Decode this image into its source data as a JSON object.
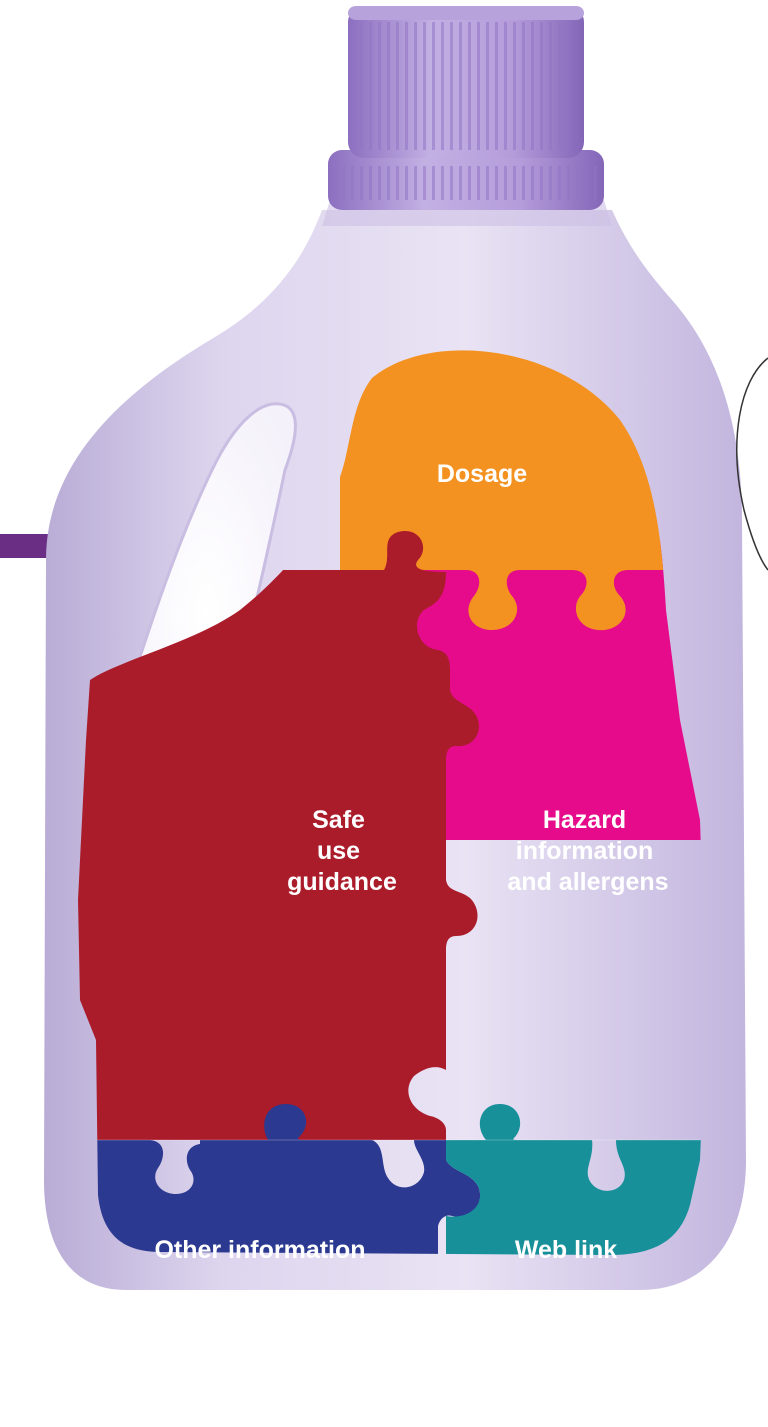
{
  "bottle": {
    "body_color": "#d6cde8",
    "cap_color": "#a98fd0"
  },
  "arrow": {
    "color": "#6a2f85"
  },
  "label_sections": [
    {
      "id": "dosage",
      "lines": [
        "Dosage"
      ],
      "color": "#f39221"
    },
    {
      "id": "safe-use",
      "lines": [
        "Safe",
        "use",
        "guidance"
      ],
      "color": "#ab1c2b"
    },
    {
      "id": "hazard",
      "lines": [
        "Hazard",
        "information",
        "and allergens"
      ],
      "color": "#e50b8a"
    },
    {
      "id": "other",
      "lines": [
        "Other information"
      ],
      "color": "#2b3990"
    },
    {
      "id": "web",
      "lines": [
        "Web link"
      ],
      "color": "#17909a"
    }
  ]
}
